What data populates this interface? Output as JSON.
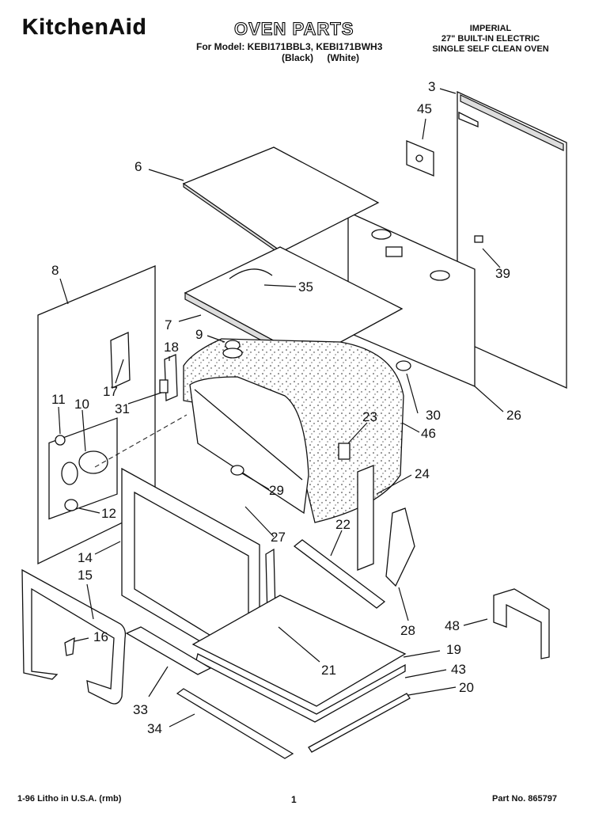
{
  "header": {
    "brand": "KitchenAid",
    "title": "OVEN PARTS",
    "model_line": "For Model: KEBI171BBL3, KEBI171BWH3",
    "color_black": "(Black)",
    "color_white": "(White)",
    "product_info": [
      "IMPERIAL",
      "27\" BUILT-IN ELECTRIC",
      "SINGLE SELF CLEAN OVEN"
    ]
  },
  "callouts": {
    "c3": "3",
    "c45": "45",
    "c6": "6",
    "c39": "39",
    "c8": "8",
    "c35": "35",
    "c7": "7",
    "c9": "9",
    "c18": "18",
    "c17": "17",
    "c11": "11",
    "c10": "10",
    "c31": "31",
    "c30": "30",
    "c26": "26",
    "c23": "23",
    "c46": "46",
    "c24": "24",
    "c29": "29",
    "c12": "12",
    "c22": "22",
    "c27": "27",
    "c14": "14",
    "c15": "15",
    "c16": "16",
    "c28": "28",
    "c48": "48",
    "c19": "19",
    "c21": "21",
    "c43": "43",
    "c20": "20",
    "c33": "33",
    "c34": "34"
  },
  "footer": {
    "litho": "1-96 Litho in U.S.A. (rmb)",
    "page": "1",
    "part_no": "Part No. 865797"
  }
}
